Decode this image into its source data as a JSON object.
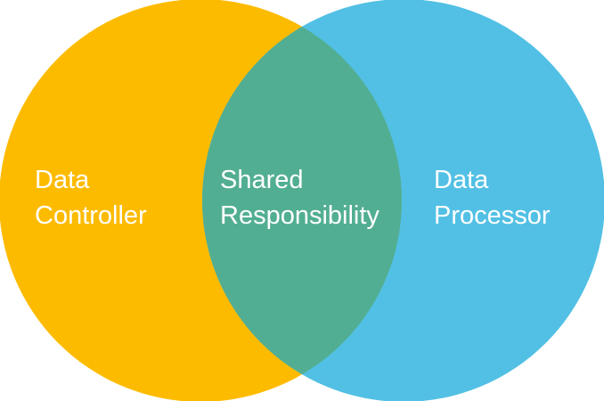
{
  "left_set": {
    "line1": "Data",
    "line2": "Controller",
    "color": "#FDBB00"
  },
  "right_set": {
    "line1": "Data",
    "line2": "Processor",
    "color": "#52C0E4"
  },
  "intersection": {
    "line1": "Shared",
    "line2": "Responsibility",
    "color": "#52AE92"
  }
}
